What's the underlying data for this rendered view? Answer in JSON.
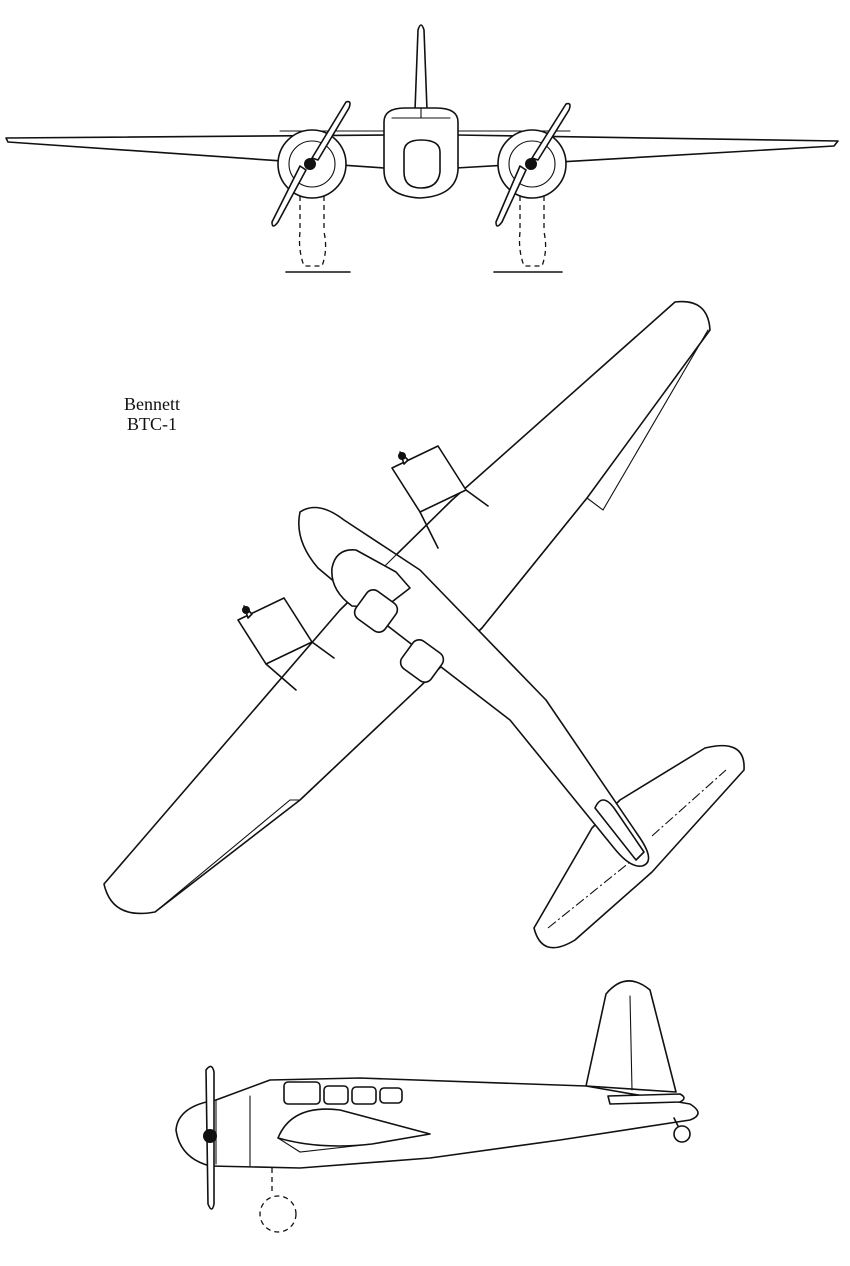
{
  "caption": {
    "name": "Bennett",
    "model": "BTC-1"
  },
  "views": [
    {
      "name": "front-view"
    },
    {
      "name": "top-view"
    },
    {
      "name": "side-view"
    }
  ]
}
